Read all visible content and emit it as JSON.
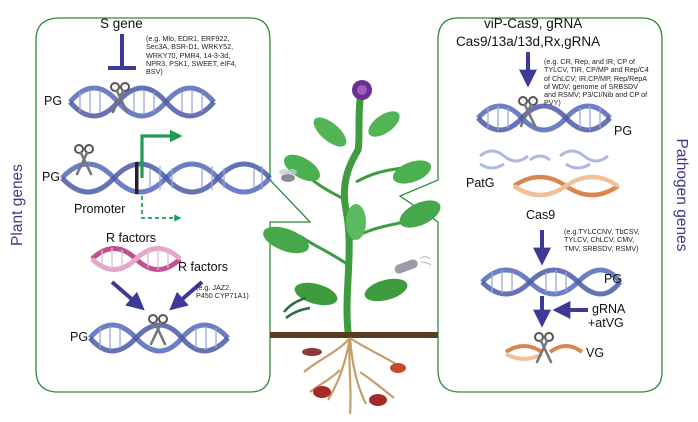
{
  "side_labels": {
    "left": "Plant genes",
    "right": "Pathogen genes"
  },
  "left_panel": {
    "s_gene": "S gene",
    "s_gene_examples": [
      "(e.g. Mlo, EDR1, ERF922,",
      "Sec3A, BSR-D1, WRKY52,",
      "WRKY70, PMR4, 14-3-3d,",
      "NPR3, PSK1, SWEET, eIF4,",
      "BSV)"
    ],
    "pg_1": "PG",
    "pg_2": "PG",
    "promoter": "Promoter",
    "r_factors_1": "R factors",
    "r_factors_2": "R factors",
    "r_factors_examples": [
      "(e.g. JAZ2,",
      "P450 CYP71A1)"
    ],
    "pg_3": "PG"
  },
  "right_panel": {
    "title_1": "viP-Cas9, gRNA",
    "title_2": "Cas9/13a/13d,Rx,gRNA",
    "top_examples": [
      "(e.g. CR, Rep, and IR, CP of",
      "TYLCV, TIR, CP/MP and Rep/C4",
      "of ChLCV; IR,CP/MP, Rep/RepA",
      "of WDV; genome of SRBSDV",
      "and RSMV; P3/CI/Nib and CP of",
      "PVY)"
    ],
    "pg_1": "PG",
    "patg": "PatG",
    "cas9": "Cas9",
    "cas9_examples": [
      "(e.g.TYLCCNV, TbCSV,",
      "TYLCV, ChLCV, CMV,",
      "TMV, SRBSDV, RSMV)"
    ],
    "pg_2": "PG",
    "grna_1": "gRNA",
    "grna_2": "+atVG",
    "vg": "VG"
  },
  "colors": {
    "panel_border": "#2e8b3e",
    "arrow": "#3d3a97",
    "dna_blue": "#6d7fc4",
    "dna_pink": "#c0508f",
    "dna_orange": "#d9864e",
    "green_arrow": "#1f9d55",
    "plant_green": "#3e9c3e",
    "soil": "#5b3b1c"
  }
}
